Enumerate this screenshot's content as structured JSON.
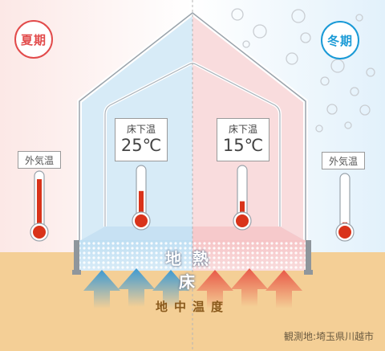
{
  "seasons": {
    "summer": "夏期",
    "winter": "冬期"
  },
  "outside_label": "外気温",
  "inside_label": "床下温",
  "summer_inside_temp": "25℃",
  "winter_inside_temp": "15℃",
  "floor_label": "地熱床",
  "ground_label": "地中温度",
  "source": "観測地:埼玉県川越市",
  "thermometer_levels": {
    "summer_outside": 0.9,
    "summer_inside": 0.55,
    "winter_inside": 0.35,
    "winter_outside": 0.15
  },
  "colors": {
    "summer": "#e24b4b",
    "winter": "#1a9ad6",
    "ground": "#f4cf96",
    "house_cool": "#d7ebf7",
    "house_warm": "#f9dcdd",
    "thermo_fill": "#d9331a",
    "warm_arrow": "#ea6a4e",
    "cool_arrow": "#4ea3d6"
  }
}
